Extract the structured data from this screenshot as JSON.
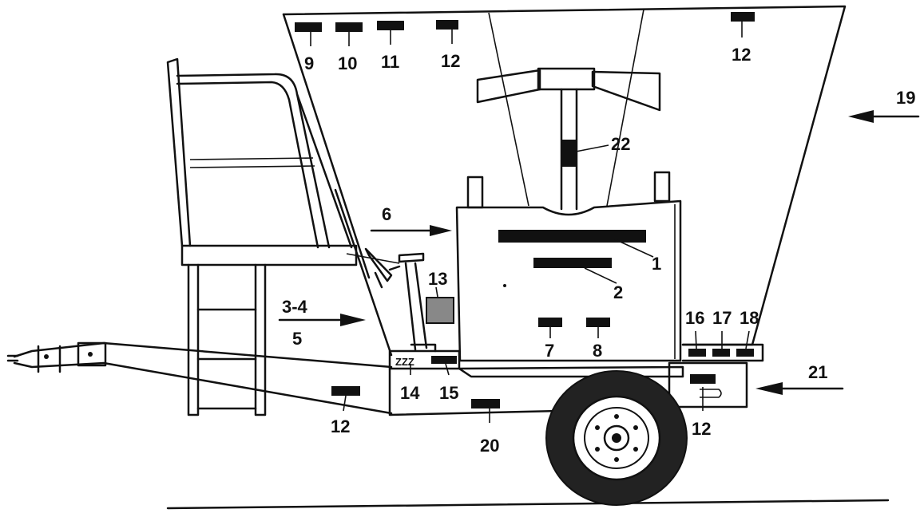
{
  "figure": {
    "callouts": {
      "c1": "1",
      "c2": "2",
      "c3_4": "3-4",
      "c5": "5",
      "c6": "6",
      "c7": "7",
      "c8": "8",
      "c9": "9",
      "c10": "10",
      "c11": "11",
      "c12_top_a": "12",
      "c12_top_b": "12",
      "c12_axle": "12",
      "c12_rear": "12",
      "c13": "13",
      "c14": "14",
      "c15": "15",
      "c16": "16",
      "c17": "17",
      "c18": "18",
      "c19": "19",
      "c20": "20",
      "c21": "21",
      "c22": "22"
    }
  }
}
